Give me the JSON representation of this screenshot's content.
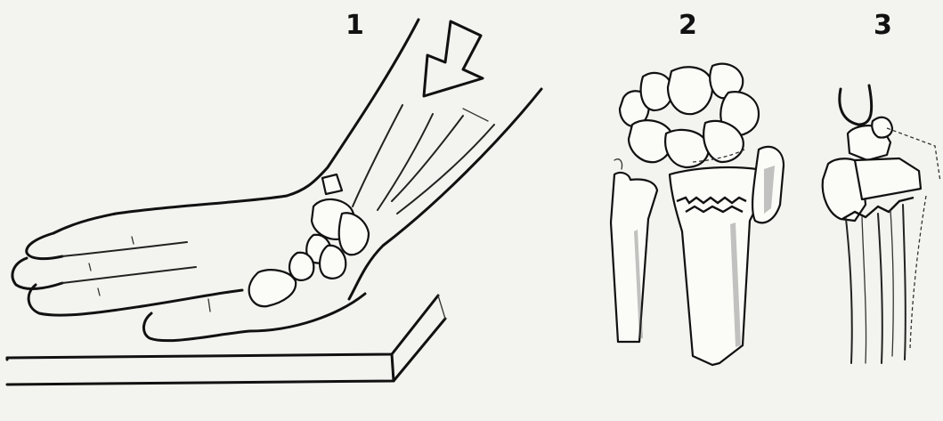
{
  "panels": [
    {
      "label": "1"
    },
    {
      "label": "2"
    },
    {
      "label": "3"
    }
  ],
  "colors": {
    "background": "#f3f3ef",
    "ink": "#111111"
  }
}
